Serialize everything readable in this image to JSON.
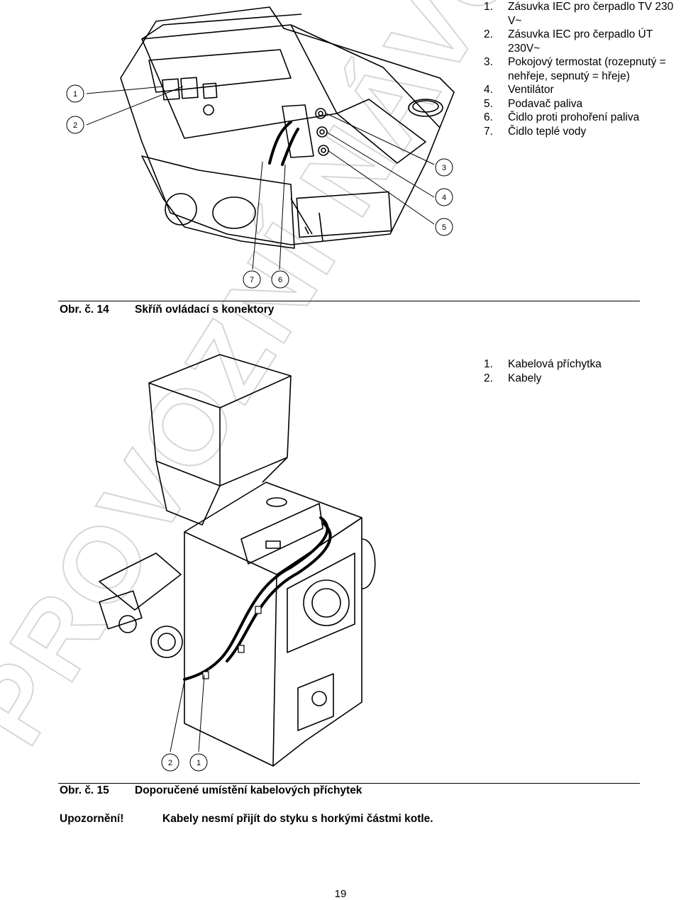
{
  "figure14": {
    "legend": [
      {
        "num": "1.",
        "text": "Zásuvka IEC pro čerpadlo TV 230 V~"
      },
      {
        "num": "2.",
        "text": "Zásuvka IEC pro čerpadlo ÚT 230V~"
      },
      {
        "num": "3.",
        "text": "Pokojový termostat (rozepnutý = nehřeje, sepnutý = hřeje)"
      },
      {
        "num": "4.",
        "text": "Ventilátor"
      },
      {
        "num": "5.",
        "text": "Podavač paliva"
      },
      {
        "num": "6.",
        "text": "Čidlo proti prohoření paliva"
      },
      {
        "num": "7.",
        "text": "Čidlo teplé vody"
      }
    ],
    "callouts": [
      "1",
      "2",
      "3",
      "4",
      "5",
      "6",
      "7"
    ],
    "caption_label": "Obr. č. 14",
    "caption_title": "Skříň ovládací s konektory"
  },
  "figure15": {
    "legend": [
      {
        "num": "1.",
        "text": "Kabelová příchytka"
      },
      {
        "num": "2.",
        "text": "Kabely"
      }
    ],
    "callouts": [
      "2",
      "1"
    ],
    "caption_label": "Obr. č. 15",
    "caption_title": "Doporučené umístění kabelových příchytek"
  },
  "warning": {
    "label": "Upozornění!",
    "text": "Kabely nesmí přijít do styku s horkými částmi kotle."
  },
  "page_number": "19"
}
